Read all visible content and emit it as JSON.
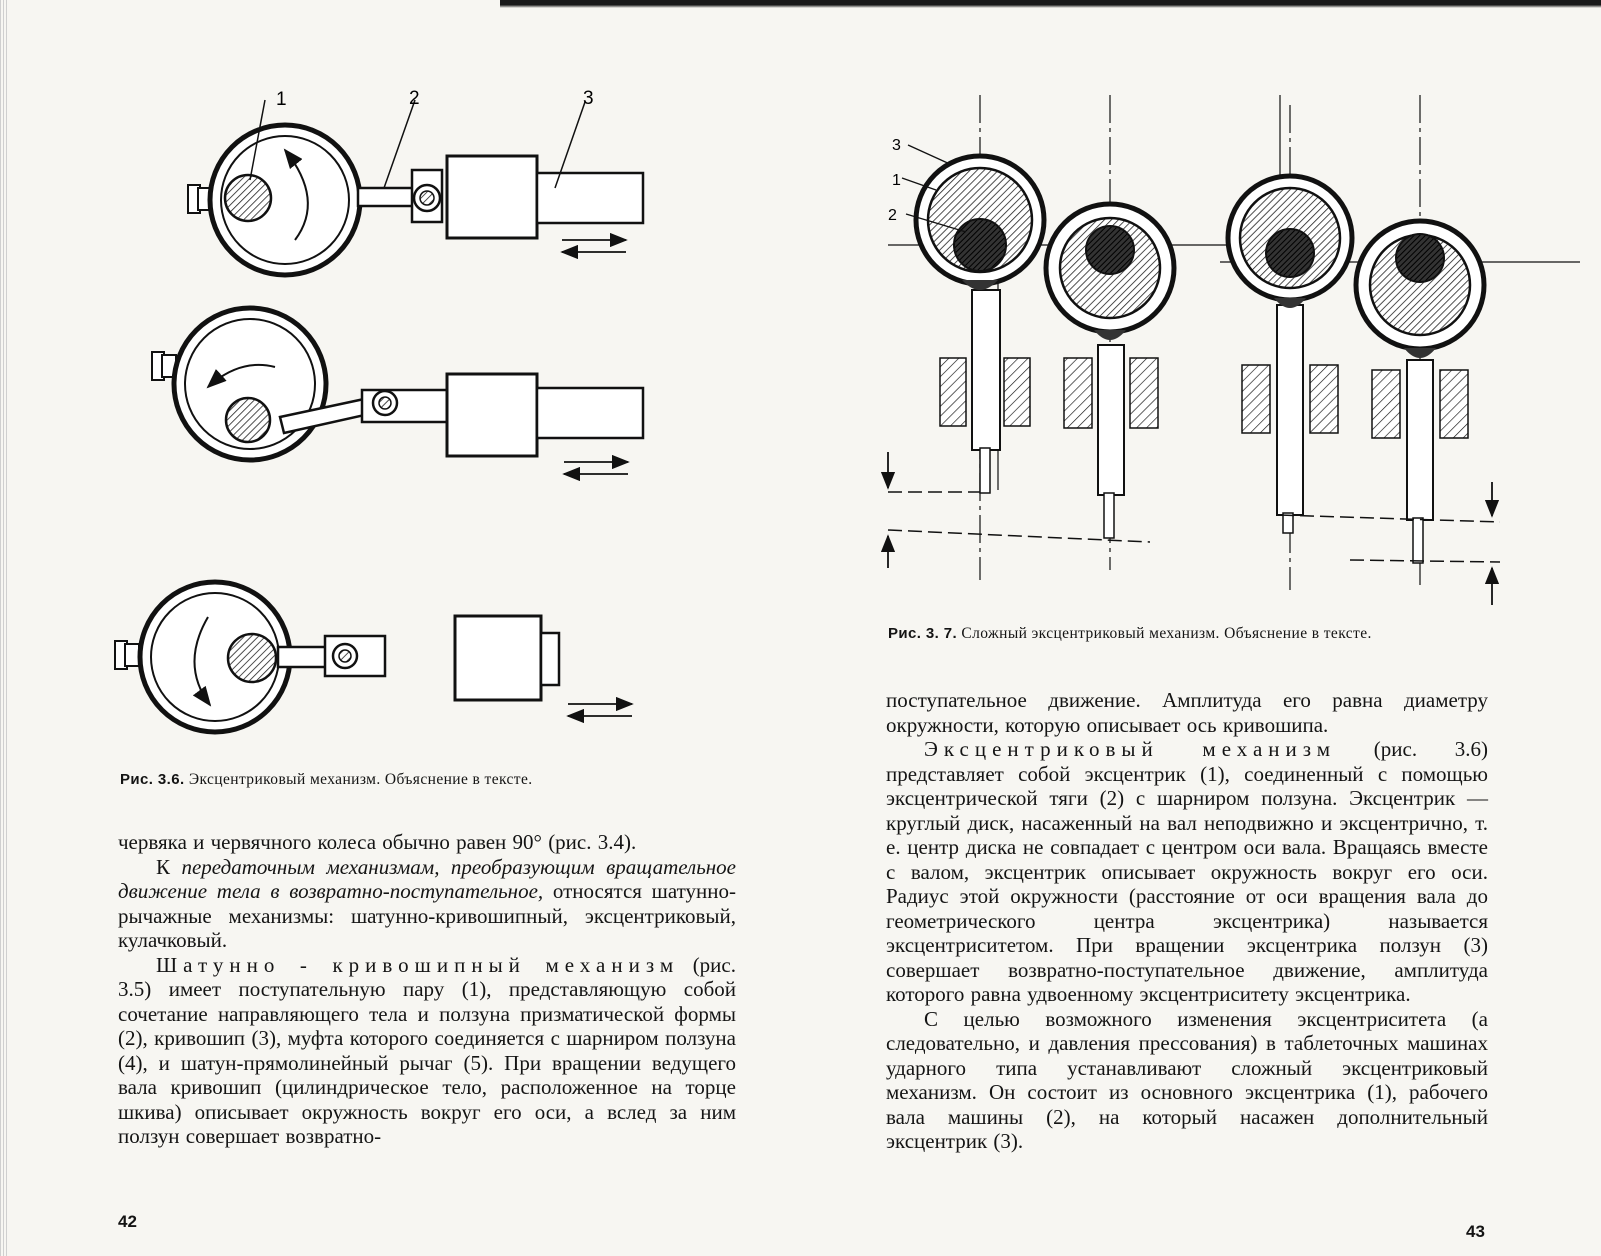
{
  "left_page": {
    "figure_labels": [
      "1",
      "2",
      "3"
    ],
    "caption_bold": "Рис. 3.6.",
    "caption_text": "Эксцентриковый механизм. Объяснение в тексте.",
    "paragraphs": {
      "p1": "червяка и червячного колеса обычно равен 90° (рис. 3.4).",
      "p2_lead": "К ",
      "p2_italic": "передаточным механизмам, преобразующим вращательное движение тела в возвратно-поступательное,",
      "p2_tail": " относятся шатунно-рычажные механизмы: шатунно-кривошипный, эксцентриковый, кулачковый.",
      "p3_spaced": "Шатунно - кривошипный механизм",
      "p3_text": " (рис. 3.5) имеет поступательную пару (1), представляющую собой сочетание направляющего тела и ползуна призматической формы (2), кривошип (3), муфта которого соединяется с шарниром ползуна (4), и шатун-прямолинейный рычаг (5). При вращении ведущего вала кривошип (цилиндрическое тело, расположенное на торце шкива) описывает окружность вокруг его оси, а вслед за ним ползун совершает возвратно-"
    },
    "page_number": "42"
  },
  "right_page": {
    "figure_labels": [
      "3",
      "1",
      "2"
    ],
    "caption_bold": "Рис. 3. 7.",
    "caption_text": "Сложный эксцентриковый механизм. Объяснение в тексте.",
    "paragraphs": {
      "p1": "поступательное движение. Амплитуда его равна диаметру окружности, которую описывает ось кривошипа.",
      "p2_spaced": "Эксцентриковый механизм",
      "p2_text": " (рис. 3.6) представляет собой эксцентрик (1), соединенный с помощью эксцентрической тяги (2) с шарниром ползуна. Эксцентрик — круглый диск, насаженный на вал неподвижно и эксцентрично, т. е. центр диска не совпадает с центром оси вала. Вращаясь вместе с валом, эксцентрик описывает окружность вокруг его оси. Радиус этой окружности (расстояние от оси вращения вала до геометрического центра эксцентрика) называется эксцентриситетом. При вращении эксцентрика ползун (3) совершает возвратно-поступательное движение, амплитуда которого равна удвоенному эксцентриситету эксцентрика.",
      "p3": "С целью возможного изменения эксцентриситета (а следовательно, и давления прессования) в таблеточных машинах ударного типа устанавливают сложный эксцентриковый механизм. Он состоит из основного эксцентрика (1), рабочего вала машины (2), на который насажен дополнительный эксцентрик (3)."
    },
    "page_number": "43"
  }
}
